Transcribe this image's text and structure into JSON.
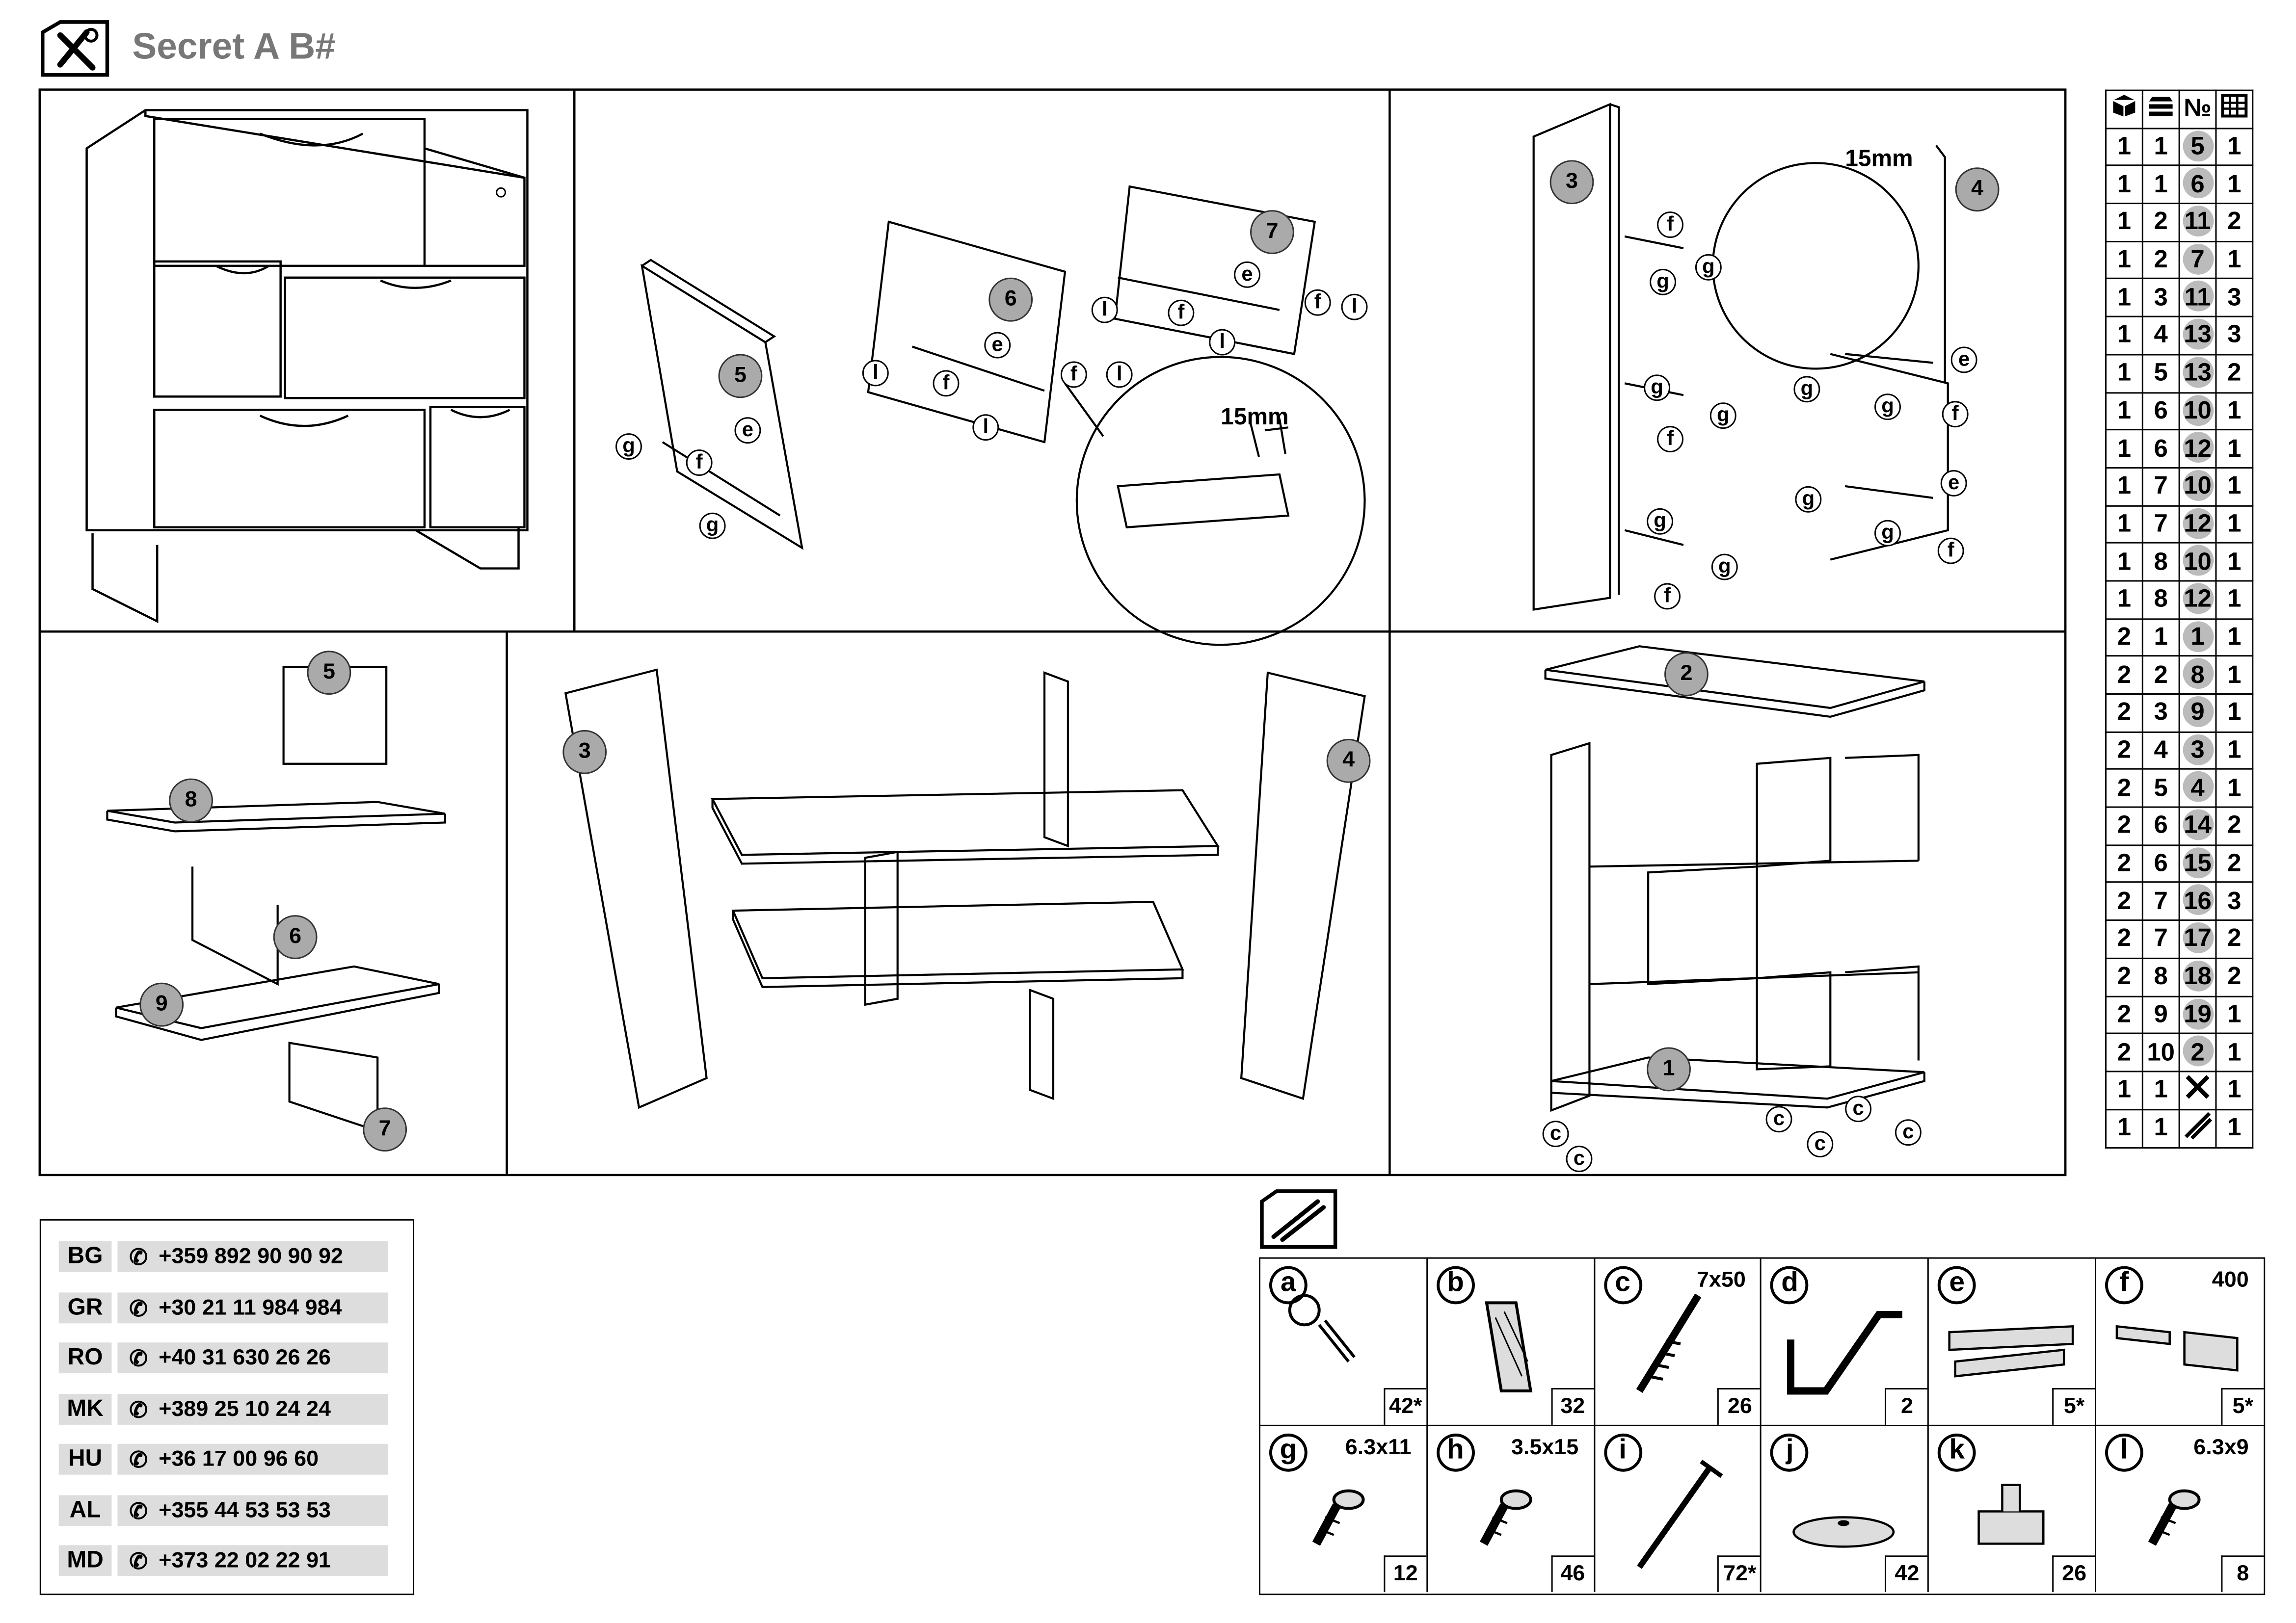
{
  "header": {
    "title": "Secret A B#"
  },
  "spec_table": {
    "header_number_label": "№",
    "rows": [
      [
        "1",
        "1",
        "5",
        "1"
      ],
      [
        "1",
        "1",
        "6",
        "1"
      ],
      [
        "1",
        "2",
        "11",
        "2"
      ],
      [
        "1",
        "2",
        "7",
        "1"
      ],
      [
        "1",
        "3",
        "11",
        "3"
      ],
      [
        "1",
        "4",
        "13",
        "3"
      ],
      [
        "1",
        "5",
        "13",
        "2"
      ],
      [
        "1",
        "6",
        "10",
        "1"
      ],
      [
        "1",
        "6",
        "12",
        "1"
      ],
      [
        "1",
        "7",
        "10",
        "1"
      ],
      [
        "1",
        "7",
        "12",
        "1"
      ],
      [
        "1",
        "8",
        "10",
        "1"
      ],
      [
        "1",
        "8",
        "12",
        "1"
      ],
      [
        "2",
        "1",
        "1",
        "1"
      ],
      [
        "2",
        "2",
        "8",
        "1"
      ],
      [
        "2",
        "3",
        "9",
        "1"
      ],
      [
        "2",
        "4",
        "3",
        "1"
      ],
      [
        "2",
        "5",
        "4",
        "1"
      ],
      [
        "2",
        "6",
        "14",
        "2"
      ],
      [
        "2",
        "6",
        "15",
        "2"
      ],
      [
        "2",
        "7",
        "16",
        "3"
      ],
      [
        "2",
        "7",
        "17",
        "2"
      ],
      [
        "2",
        "8",
        "18",
        "2"
      ],
      [
        "2",
        "9",
        "19",
        "1"
      ],
      [
        "2",
        "10",
        "2",
        "1"
      ],
      [
        "1",
        "1",
        "",
        "1"
      ],
      [
        "1",
        "1",
        "",
        "1"
      ]
    ]
  },
  "contacts": [
    {
      "code": "BG",
      "phone": "+359 892 90 90 92"
    },
    {
      "code": "GR",
      "phone": "+30 21 11 984 984"
    },
    {
      "code": "RO",
      "phone": "+40 31 630 26 26"
    },
    {
      "code": "MK",
      "phone": "+389 25 10 24 24"
    },
    {
      "code": "HU",
      "phone": "+36 17 00 96 60"
    },
    {
      "code": "AL",
      "phone": "+355 44 53 53 53"
    },
    {
      "code": "MD",
      "phone": "+373 22 02 22 91"
    }
  ],
  "hardware": [
    {
      "letter": "a",
      "size": "",
      "qty": "42*",
      "icon": "cam-lock-icon"
    },
    {
      "letter": "b",
      "size": "",
      "qty": "32",
      "icon": "dowel-icon"
    },
    {
      "letter": "c",
      "size": "7x50",
      "qty": "26",
      "icon": "confirmat-screw-icon"
    },
    {
      "letter": "d",
      "size": "",
      "qty": "2",
      "icon": "metal-leg-icon"
    },
    {
      "letter": "e",
      "size": "",
      "qty": "5*",
      "icon": "drawer-runner-icon"
    },
    {
      "letter": "f",
      "size": "400",
      "qty": "5*",
      "icon": "runner-set-icon"
    },
    {
      "letter": "g",
      "size": "6.3x11",
      "qty": "12",
      "icon": "screw-icon"
    },
    {
      "letter": "h",
      "size": "3.5x15",
      "qty": "46",
      "icon": "screw-icon"
    },
    {
      "letter": "i",
      "size": "",
      "qty": "72*",
      "icon": "nail-icon"
    },
    {
      "letter": "j",
      "size": "",
      "qty": "42",
      "icon": "cap-icon"
    },
    {
      "letter": "k",
      "size": "",
      "qty": "26",
      "icon": "glide-icon"
    },
    {
      "letter": "l",
      "size": "6.3x9",
      "qty": "8",
      "icon": "screw-icon"
    }
  ],
  "diagram_labels": {
    "dim_15mm": "15mm",
    "panel_numbers": [
      "1",
      "2",
      "3",
      "4",
      "5",
      "6",
      "7",
      "8",
      "9"
    ]
  }
}
